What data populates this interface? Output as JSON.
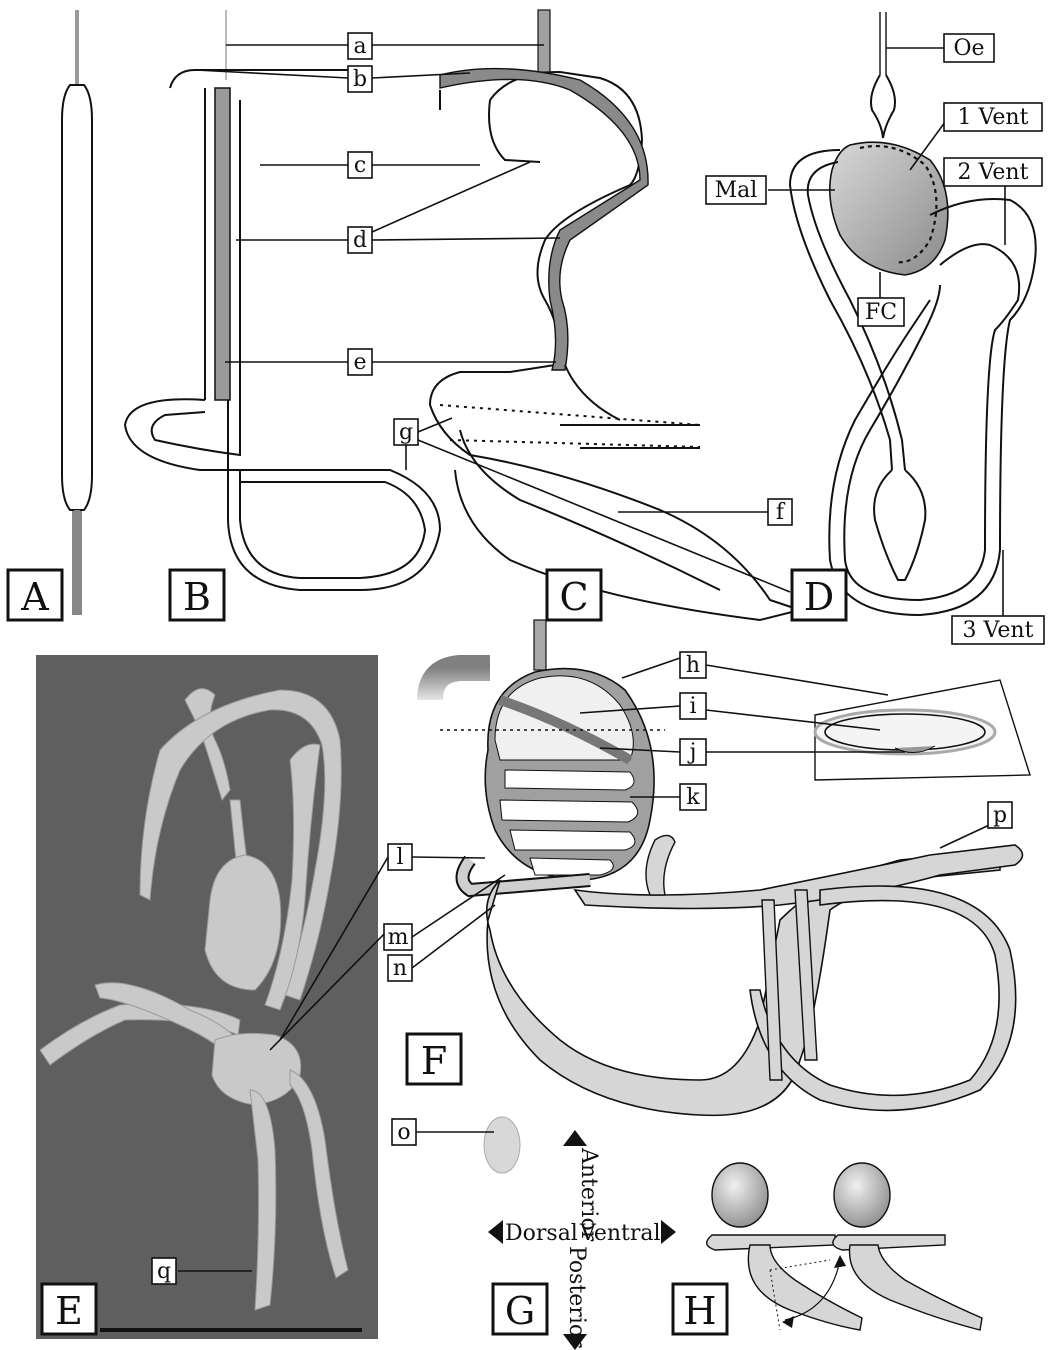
{
  "figure": {
    "panels": {
      "A": "A",
      "B": "B",
      "C": "C",
      "D": "D",
      "E": "E",
      "F": "F",
      "G": "G",
      "H": "H"
    },
    "labels": {
      "a": "a",
      "b": "b",
      "c": "c",
      "d": "d",
      "e": "e",
      "f": "f",
      "g": "g",
      "h": "h",
      "i": "i",
      "j": "j",
      "k": "k",
      "l": "l",
      "m": "m",
      "n": "n",
      "o": "o",
      "p": "p",
      "q": "q"
    },
    "panel_d_labels": {
      "oe": "Oe",
      "vent1": "1 Vent",
      "vent2": "2 Vent",
      "vent3": "3 Vent",
      "mal": "Mal",
      "fc": "FC"
    },
    "orientation": {
      "anterior": "Anterior",
      "posterior": "Posterior",
      "dorsal": "Dorsal",
      "ventral": "Ventral"
    },
    "colors": {
      "ink": "#111111",
      "photo_background": "#5f5f5f",
      "photo_specimen": "#c9c9c9",
      "gut_fill": "#d6d6d6",
      "malpighian_tubule": "#888888"
    }
  }
}
